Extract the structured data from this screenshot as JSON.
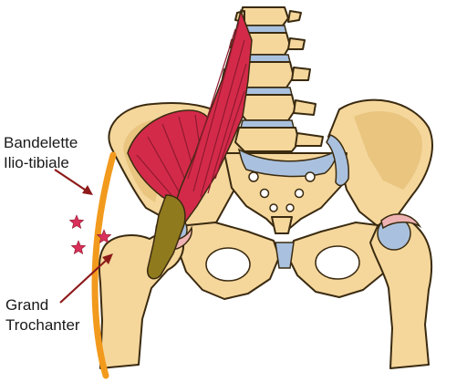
{
  "labels": {
    "band_line1": "Bandelette",
    "band_line2": "Ilio-tibiale",
    "troch_line1": "Grand",
    "troch_line2": "Trochanter"
  },
  "colors": {
    "bone_fill": "#f5d79c",
    "bone_stroke": "#3a2a10",
    "cartilage": "#a9c1de",
    "muscle": "#d42a4a",
    "tendon": "#8f7a1e",
    "bursa": "#efb2b2",
    "it_band": "#f29a1d",
    "marker": "#d8305a",
    "arrow": "#8e1a1a"
  },
  "icons": {
    "inflammation_marker": "star-icon"
  }
}
